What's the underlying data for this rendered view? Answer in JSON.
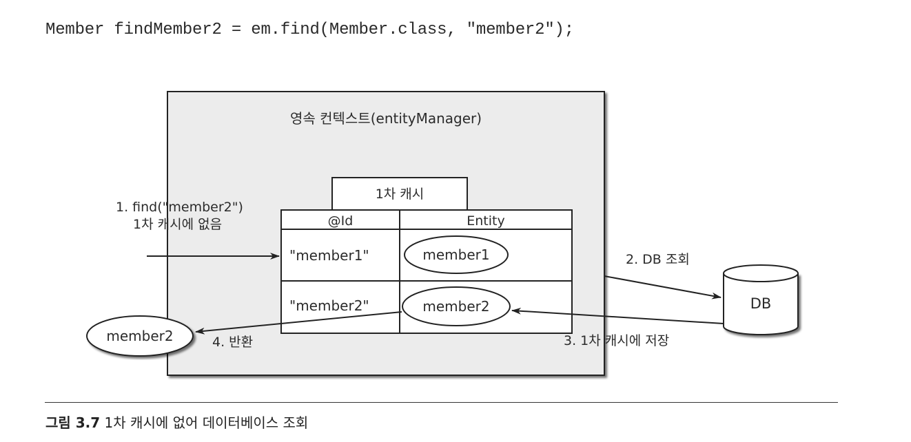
{
  "code": {
    "line": "Member findMember2 = em.find(Member.class, \"member2\");"
  },
  "diagram": {
    "persistence_context_title": "영속 컨텍스트(entityManager)",
    "cache_tab_label": "1차 캐시",
    "table": {
      "headers": [
        "@Id",
        "Entity"
      ],
      "rows": [
        {
          "id": "\"member1\"",
          "entity": "member1"
        },
        {
          "id": "\"member2\"",
          "entity": "member2"
        }
      ]
    },
    "step1": {
      "line1": "1. find(\"member2\")",
      "line2": "1차 캐시에 없음"
    },
    "step2": {
      "label": "2. DB 조회"
    },
    "step3": {
      "label": "3. 1차 캐시에 저장"
    },
    "step4": {
      "label": "4. 반환"
    },
    "returned_entity": "member2",
    "database_label": "DB",
    "colors": {
      "context_fill": "#ececec",
      "line": "#222222",
      "text": "#2b2b2b"
    }
  },
  "caption": {
    "figure_label": "그림 3.7",
    "text": " 1차 캐시에 없어 데이터베이스 조회"
  }
}
